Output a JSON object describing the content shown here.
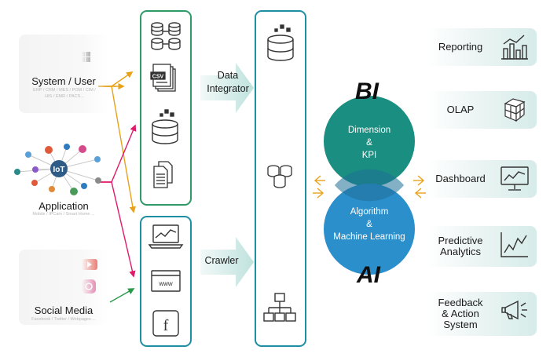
{
  "sources": [
    {
      "title": "System / User",
      "subtitle": "ERP / CRM / MES / POM / CIM / HIS / EMR / PACS...",
      "icons": [
        "android-icon",
        "apple-icon",
        "linux-icon",
        "windows-icon"
      ]
    },
    {
      "title": "Application",
      "subtitle": "Mobile / IPCam / Smart Home ...",
      "hub_label": "IoT"
    },
    {
      "title": "Social Media",
      "subtitle": "Facebook / Twitter / Webpages ...",
      "icons": [
        "snapchat-icon",
        "whatsapp-icon",
        "youtube-icon",
        "twitter-icon",
        "facebook-icon",
        "instagram-icon"
      ]
    }
  ],
  "process": {
    "data_integrator": "Data\nIntegrator",
    "crawler": "Crawler"
  },
  "bi": {
    "heading": "BI",
    "circle_text": "Dimension\n&\nKPI",
    "color": "#1a8f81"
  },
  "ai": {
    "heading": "AI",
    "circle_text": "Algorithm\n&\nMachine Learning",
    "color": "#2b8fcb"
  },
  "outputs": [
    {
      "label": "Reporting",
      "icon": "bar-chart-icon"
    },
    {
      "label": "OLAP",
      "icon": "cube-icon"
    },
    {
      "label": "Dashboard",
      "icon": "monitor-chart-icon"
    },
    {
      "label": "Predictive\nAnalytics",
      "icon": "trend-line-icon"
    },
    {
      "label": "Feedback\n& Action\nSystem",
      "icon": "megaphone-icon"
    }
  ],
  "colors": {
    "green_box": "#2e9a66",
    "teal_box": "#1e8fa3",
    "arrow_orange": "#e8a21a",
    "arrow_red": "#e0196a",
    "arrow_green": "#2a9a4a",
    "flow_arrow": "#cfe8e6"
  }
}
